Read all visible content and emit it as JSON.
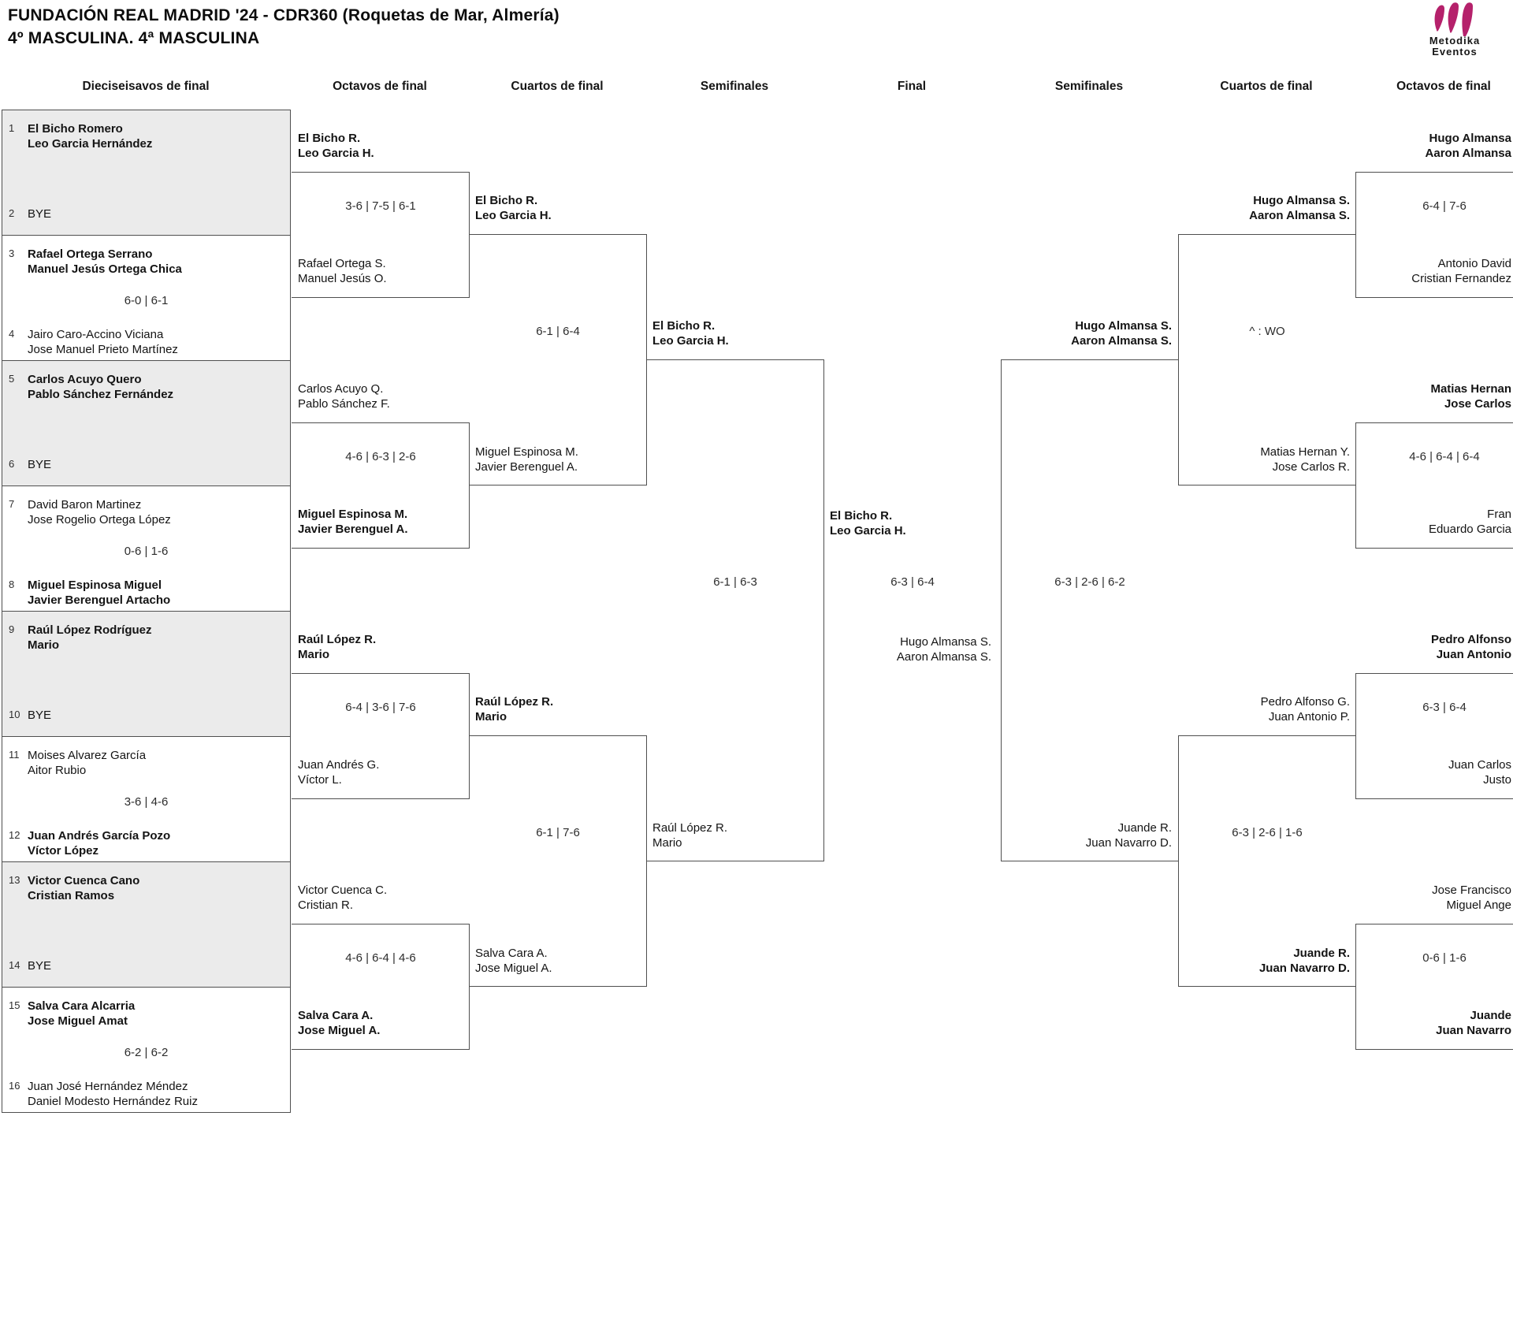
{
  "header": {
    "title_line1": "FUNDACIÓN REAL MADRID '24 - CDR360 (Roquetas de Mar, Almería)",
    "title_line2": "4º MASCULINA. 4ª MASCULINA"
  },
  "logo": {
    "word1": "Metodika",
    "word2": "Eventos"
  },
  "colors": {
    "accent": "#b5216b",
    "shaded_box": "#ebebeb",
    "border": "#4f4f4f"
  },
  "rounds": [
    "Dieciseisavos de final",
    "Octavos de final",
    "Cuartos de final",
    "Semifinales",
    "Final",
    "Semifinales",
    "Cuartos de final",
    "Octavos de final"
  ],
  "bracket": {
    "r16": [
      {
        "seed_top": "1",
        "top": [
          "El Bicho Romero",
          "Leo Garcia Hernández"
        ],
        "score": "",
        "seed_bottom": "2",
        "bottom": [
          "BYE"
        ],
        "winner": "top"
      },
      {
        "seed_top": "3",
        "top": [
          "Rafael Ortega Serrano",
          "Manuel Jesús Ortega Chica"
        ],
        "score": "6-0 | 6-1",
        "seed_bottom": "4",
        "bottom": [
          "Jairo Caro-Accino Viciana",
          "Jose Manuel Prieto Martínez"
        ],
        "winner": "top"
      },
      {
        "seed_top": "5",
        "top": [
          "Carlos Acuyo Quero",
          "Pablo Sánchez Fernández"
        ],
        "score": "",
        "seed_bottom": "6",
        "bottom": [
          "BYE"
        ],
        "winner": "top"
      },
      {
        "seed_top": "7",
        "top": [
          "David Baron Martinez",
          "Jose Rogelio Ortega López"
        ],
        "score": "0-6 | 1-6",
        "seed_bottom": "8",
        "bottom": [
          "Miguel Espinosa Miguel",
          "Javier Berenguel Artacho"
        ],
        "winner": "bottom"
      },
      {
        "seed_top": "9",
        "top": [
          "Raúl López Rodríguez",
          "Mario"
        ],
        "score": "",
        "seed_bottom": "10",
        "bottom": [
          "BYE"
        ],
        "winner": "top"
      },
      {
        "seed_top": "11",
        "top": [
          "Moises Alvarez García",
          "Aitor Rubio"
        ],
        "score": "3-6 | 4-6",
        "seed_bottom": "12",
        "bottom": [
          "Juan Andrés García Pozo",
          "Víctor López"
        ],
        "winner": "bottom"
      },
      {
        "seed_top": "13",
        "top": [
          "Victor Cuenca Cano",
          "Cristian Ramos"
        ],
        "score": "",
        "seed_bottom": "14",
        "bottom": [
          "BYE"
        ],
        "winner": "top"
      },
      {
        "seed_top": "15",
        "top": [
          "Salva Cara Alcarria",
          "Jose Miguel Amat"
        ],
        "score": "6-2 | 6-2",
        "seed_bottom": "16",
        "bottom": [
          "Juan José Hernández Méndez",
          "Daniel Modesto Hernández Ruiz"
        ],
        "winner": "top"
      }
    ],
    "octavos_left": [
      {
        "top": [
          "El Bicho R.",
          "Leo Garcia H."
        ],
        "score": "3-6 | 7-5 | 6-1",
        "bottom": [
          "Rafael Ortega S.",
          "Manuel Jesús O."
        ],
        "winner": "top"
      },
      {
        "top": [
          "Carlos Acuyo Q.",
          "Pablo Sánchez F."
        ],
        "score": "4-6 | 6-3 | 2-6",
        "bottom": [
          "Miguel Espinosa M.",
          "Javier Berenguel A."
        ],
        "winner": "bottom"
      },
      {
        "top": [
          "Raúl López R.",
          "Mario"
        ],
        "score": "6-4 | 3-6 | 7-6",
        "bottom": [
          "Juan Andrés G.",
          "Víctor L."
        ],
        "winner": "top"
      },
      {
        "top": [
          "Victor Cuenca C.",
          "Cristian R."
        ],
        "score": "4-6 | 6-4 | 4-6",
        "bottom": [
          "Salva Cara A.",
          "Jose Miguel A."
        ],
        "winner": "bottom"
      }
    ],
    "cuartos_left": [
      {
        "top": [
          "El Bicho R.",
          "Leo Garcia H."
        ],
        "score": "6-1 | 6-4",
        "bottom": [
          "Miguel Espinosa M.",
          "Javier Berenguel A."
        ],
        "winner": "top"
      },
      {
        "top": [
          "Raúl López R.",
          "Mario"
        ],
        "score": "6-1 | 7-6",
        "bottom": [
          "Salva Cara A.",
          "Jose Miguel A."
        ],
        "winner": "top"
      }
    ],
    "semifinal_left": {
      "top": [
        "El Bicho R.",
        "Leo Garcia H."
      ],
      "score": "6-1 | 6-3",
      "bottom": [
        "Raúl López R.",
        "Mario"
      ],
      "winner": "top"
    },
    "final": {
      "top": [
        "El Bicho R.",
        "Leo Garcia H."
      ],
      "score": "6-3 | 6-4",
      "bottom": [
        "Hugo Almansa S.",
        "Aaron Almansa S."
      ],
      "winner": "top"
    },
    "semifinal_right": {
      "top": [
        "Hugo Almansa S.",
        "Aaron Almansa S."
      ],
      "score": "6-3 | 2-6 | 6-2",
      "bottom": [
        "Juande R.",
        "Juan Navarro D."
      ],
      "winner": "top"
    },
    "cuartos_right": [
      {
        "top": [
          "Hugo Almansa S.",
          "Aaron Almansa S."
        ],
        "score": "^ : WO",
        "bottom": [
          "Matias Hernan Y.",
          "Jose Carlos R."
        ],
        "winner": "top"
      },
      {
        "top": [
          "Pedro Alfonso G.",
          "Juan Antonio P."
        ],
        "score": "6-3 | 2-6 | 1-6",
        "bottom": [
          "Juande R.",
          "Juan Navarro D."
        ],
        "winner": "bottom"
      }
    ],
    "octavos_right": [
      {
        "top": [
          "Hugo Almansa",
          "Aaron Almansa"
        ],
        "score": "6-4 | 7-6",
        "bottom": [
          "Antonio David",
          "Cristian Fernandez"
        ],
        "winner": "top"
      },
      {
        "top": [
          "Matias Hernan",
          "Jose Carlos"
        ],
        "score": "4-6 | 6-4 | 6-4",
        "bottom": [
          "Fran",
          "Eduardo Garcia"
        ],
        "winner": "top"
      },
      {
        "top": [
          "Pedro Alfonso",
          "Juan Antonio"
        ],
        "score": "6-3 | 6-4",
        "bottom": [
          "Juan Carlos",
          "Justo"
        ],
        "winner": "top"
      },
      {
        "top": [
          "Jose Francisco",
          "Miguel Ange"
        ],
        "score": "0-6 | 1-6",
        "bottom": [
          "Juande",
          "Juan Navarro"
        ],
        "winner": "bottom"
      }
    ]
  }
}
